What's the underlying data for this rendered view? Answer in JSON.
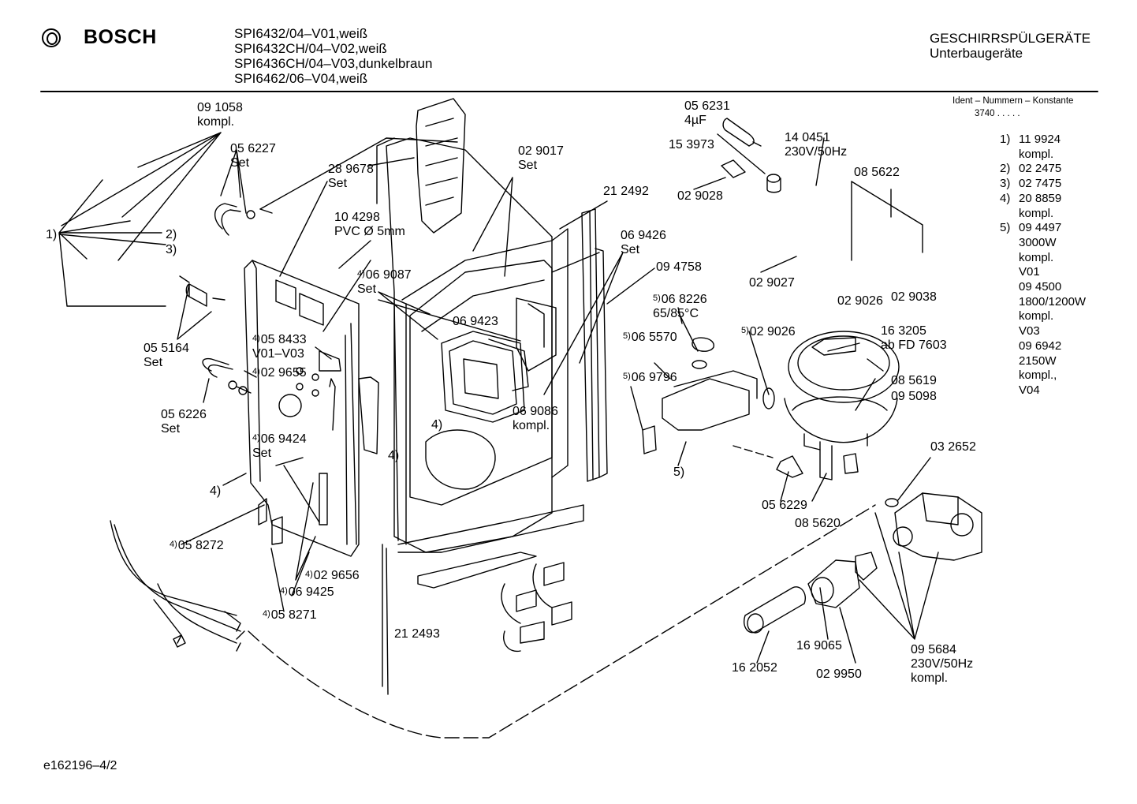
{
  "header": {
    "brand": "BOSCH",
    "models": [
      "SPI6432/04–V01,weiß",
      "SPI6432CH/04–V02,weiß",
      "SPI6436CH/04–V03,dunkelbraun",
      "SPI6462/06–V04,weiß"
    ],
    "category": "GESCHIRRSPÜLGERÄTE",
    "subcategory": "Unterbaugeräte",
    "ident_title": "Ident – Nummern – Konstante",
    "ident_value": "3740 . . . . ."
  },
  "legend": [
    {
      "num": "1)",
      "lines": [
        "11 9924",
        "kompl."
      ]
    },
    {
      "num": "2)",
      "lines": [
        "02 2475"
      ]
    },
    {
      "num": "3)",
      "lines": [
        "02 7475"
      ]
    },
    {
      "num": "4)",
      "lines": [
        "20 8859",
        "kompl."
      ]
    },
    {
      "num": "5)",
      "lines": [
        "09 4497",
        "3000W",
        "kompl.",
        "V01",
        "09 4500",
        "1800/1200W",
        "kompl.",
        "V03",
        "09 6942",
        "2150W",
        "kompl.,",
        "V04"
      ]
    }
  ],
  "labels": [
    {
      "id": "l-091058",
      "sup": "",
      "text": "09 1058",
      "lines": [
        "kompl."
      ]
    },
    {
      "id": "l-056227",
      "sup": "",
      "text": "05 6227",
      "lines": [
        "Set"
      ]
    },
    {
      "id": "l-1",
      "sup": "",
      "text": "1)",
      "lines": []
    },
    {
      "id": "l-2",
      "sup": "",
      "text": "2)",
      "lines": []
    },
    {
      "id": "l-3",
      "sup": "",
      "text": "3)",
      "lines": []
    },
    {
      "id": "l-289678",
      "sup": "",
      "text": "28 9678",
      "lines": [
        "Set"
      ]
    },
    {
      "id": "l-104298",
      "sup": "",
      "text": "10 4298",
      "lines": [
        "PVC Ø 5mm"
      ]
    },
    {
      "id": "l-069087",
      "sup": "4)",
      "text": "06 9087",
      "lines": [
        "Set"
      ]
    },
    {
      "id": "l-029017",
      "sup": "",
      "text": "02 9017",
      "lines": [
        "Set"
      ]
    },
    {
      "id": "l-212492",
      "sup": "",
      "text": "21 2492",
      "lines": []
    },
    {
      "id": "l-056231",
      "sup": "",
      "text": "05 6231",
      "lines": [
        "4µF"
      ]
    },
    {
      "id": "l-153973",
      "sup": "",
      "text": "15 3973",
      "lines": []
    },
    {
      "id": "l-029028",
      "sup": "",
      "text": "02 9028",
      "lines": []
    },
    {
      "id": "l-140451",
      "sup": "",
      "text": "14 0451",
      "lines": [
        "230V/50Hz"
      ]
    },
    {
      "id": "l-085622",
      "sup": "",
      "text": "08 5622",
      "lines": []
    },
    {
      "id": "l-069426",
      "sup": "",
      "text": "06 9426",
      "lines": [
        "Set"
      ]
    },
    {
      "id": "l-094758",
      "sup": "",
      "text": "09 4758",
      "lines": []
    },
    {
      "id": "l-029027",
      "sup": "",
      "text": "02 9027",
      "lines": []
    },
    {
      "id": "l-029026a",
      "sup": "",
      "text": "02 9026",
      "lines": []
    },
    {
      "id": "l-029038",
      "sup": "",
      "text": "02 9038",
      "lines": []
    },
    {
      "id": "l-055164",
      "sup": "",
      "text": "05 5164",
      "lines": [
        "Set"
      ]
    },
    {
      "id": "l-058433",
      "sup": "4)",
      "text": "05 8433",
      "lines": [
        "V01–V03"
      ]
    },
    {
      "id": "l-029655",
      "sup": "4)",
      "text": "02 9655",
      "lines": []
    },
    {
      "id": "l-069423",
      "sup": "",
      "text": "06 9423",
      "lines": []
    },
    {
      "id": "l-068226",
      "sup": "5)",
      "text": "06 8226",
      "lines": [
        "65/85°C"
      ]
    },
    {
      "id": "l-065570",
      "sup": "5)",
      "text": "06 5570",
      "lines": []
    },
    {
      "id": "l-029026b",
      "sup": "5)",
      "text": "02 9026",
      "lines": []
    },
    {
      "id": "l-163205",
      "sup": "",
      "text": "16 3205",
      "lines": [
        "ab FD 7603"
      ]
    },
    {
      "id": "l-069796",
      "sup": "5)",
      "text": "06 9796",
      "lines": []
    },
    {
      "id": "l-085619",
      "sup": "",
      "text": "08 5619",
      "lines": []
    },
    {
      "id": "l-095098",
      "sup": "",
      "text": "09 5098",
      "lines": []
    },
    {
      "id": "l-056226",
      "sup": "",
      "text": "05 6226",
      "lines": [
        "Set"
      ]
    },
    {
      "id": "l-069086",
      "sup": "",
      "text": "06 9086",
      "lines": [
        "kompl."
      ]
    },
    {
      "id": "l-4a",
      "sup": "",
      "text": "4)",
      "lines": []
    },
    {
      "id": "l-069424",
      "sup": "4)",
      "text": "06 9424",
      "lines": [
        "Set"
      ]
    },
    {
      "id": "l-4b",
      "sup": "",
      "text": "4)",
      "lines": []
    },
    {
      "id": "l-4c",
      "sup": "",
      "text": "4)",
      "lines": []
    },
    {
      "id": "l-5a",
      "sup": "",
      "text": "5)",
      "lines": []
    },
    {
      "id": "l-032652",
      "sup": "",
      "text": "03 2652",
      "lines": []
    },
    {
      "id": "l-056229",
      "sup": "",
      "text": "05 6229",
      "lines": []
    },
    {
      "id": "l-085620",
      "sup": "",
      "text": "08 5620",
      "lines": []
    },
    {
      "id": "l-058272",
      "sup": "4)",
      "text": "05 8272",
      "lines": []
    },
    {
      "id": "l-029656",
      "sup": "4)",
      "text": "02 9656",
      "lines": []
    },
    {
      "id": "l-069425",
      "sup": "4)",
      "text": "06 9425",
      "lines": []
    },
    {
      "id": "l-058271",
      "sup": "4)",
      "text": "05 8271",
      "lines": []
    },
    {
      "id": "l-212493",
      "sup": "",
      "text": "21 2493",
      "lines": []
    },
    {
      "id": "l-169065",
      "sup": "",
      "text": "16 9065",
      "lines": []
    },
    {
      "id": "l-162052",
      "sup": "",
      "text": "16 2052",
      "lines": []
    },
    {
      "id": "l-029950",
      "sup": "",
      "text": "02 9950",
      "lines": []
    },
    {
      "id": "l-095684",
      "sup": "",
      "text": "09 5684",
      "lines": [
        "230V/50Hz",
        "kompl."
      ]
    }
  ],
  "footer": {
    "drawing_id": "e162196–4/2"
  }
}
